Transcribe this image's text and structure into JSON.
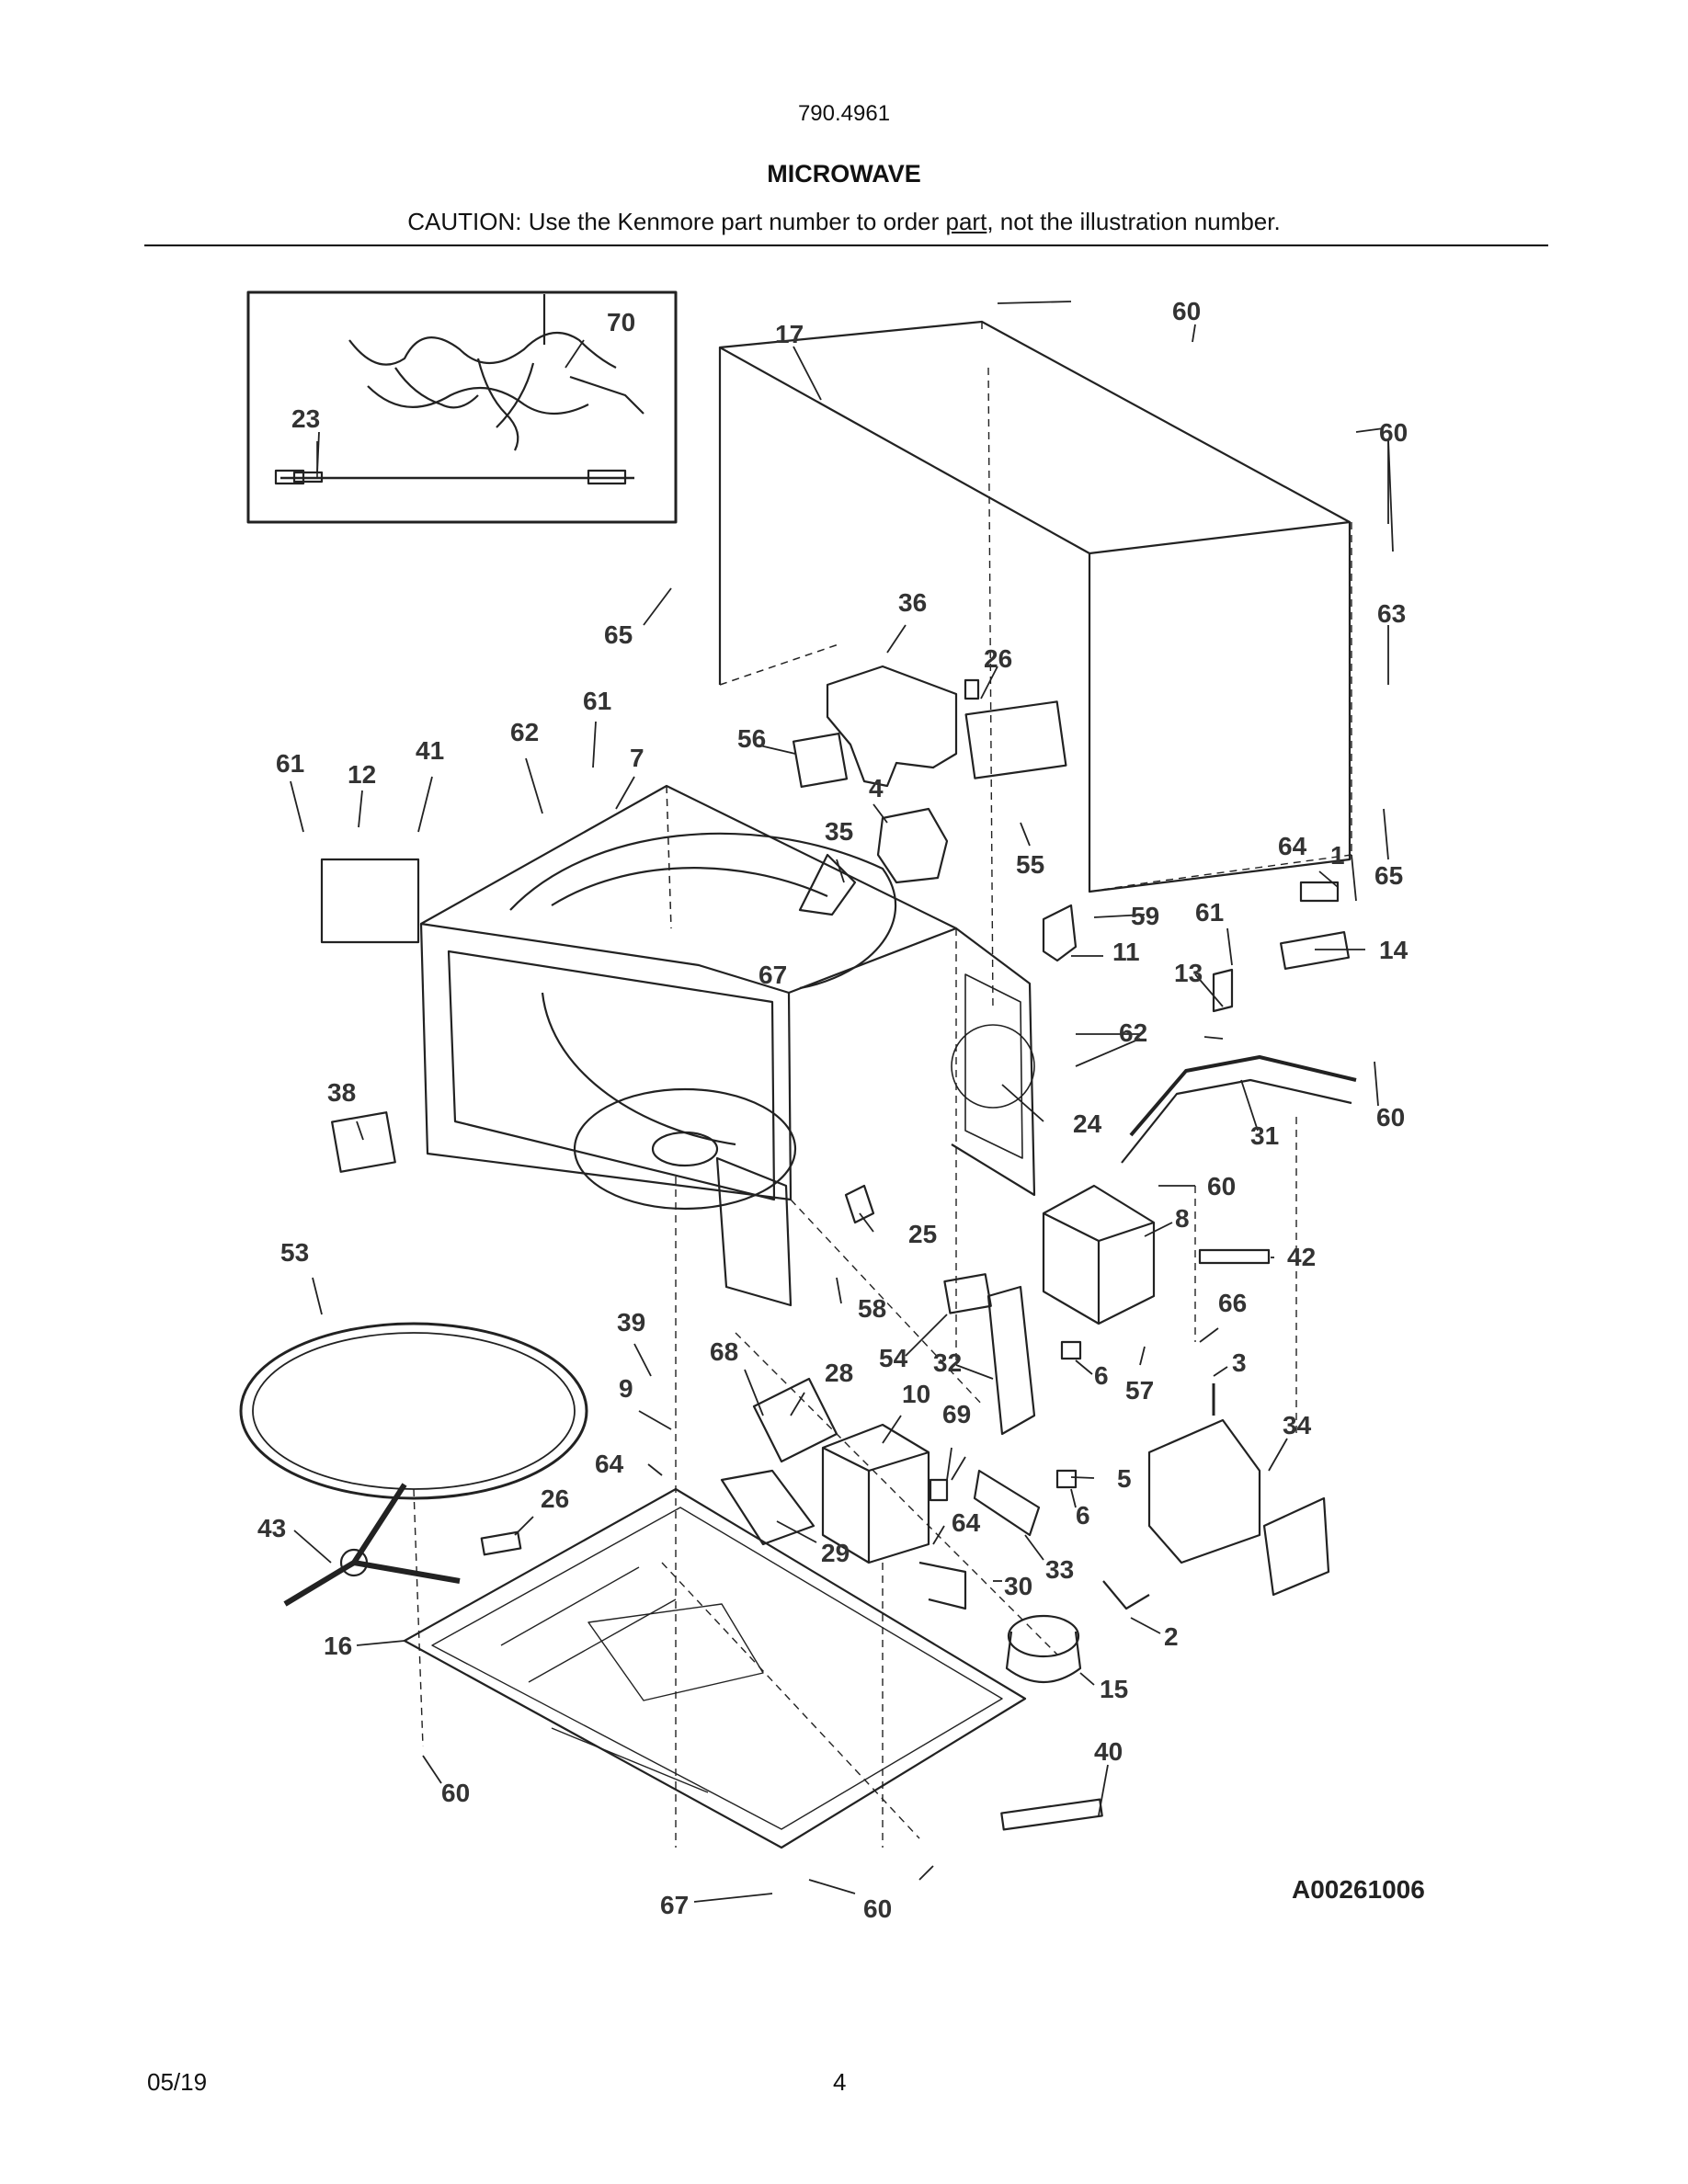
{
  "header": {
    "model_number": "790.4961",
    "title": "MICROWAVE",
    "caution_prefix": "CAUTION: Use the Kenmore part number to order ",
    "caution_underlined": "part",
    "caution_suffix": ", not the illustration number."
  },
  "diagram": {
    "reference_code": "A00261006",
    "callouts": [
      "70",
      "23",
      "17",
      "60",
      "60",
      "65",
      "36",
      "26",
      "63",
      "61",
      "41",
      "62",
      "61",
      "7",
      "56",
      "12",
      "4",
      "35",
      "55",
      "64",
      "1",
      "65",
      "59",
      "11",
      "61",
      "14",
      "13",
      "67",
      "62",
      "60",
      "38",
      "24",
      "31",
      "60",
      "25",
      "8",
      "53",
      "42",
      "58",
      "39",
      "68",
      "54",
      "32",
      "6",
      "57",
      "66",
      "3",
      "28",
      "10",
      "69",
      "9",
      "34",
      "64",
      "5",
      "43",
      "26",
      "6",
      "29",
      "33",
      "64",
      "30",
      "16",
      "2",
      "15",
      "60",
      "40",
      "67",
      "60"
    ]
  },
  "footer": {
    "date": "05/19",
    "page_number": "4"
  }
}
